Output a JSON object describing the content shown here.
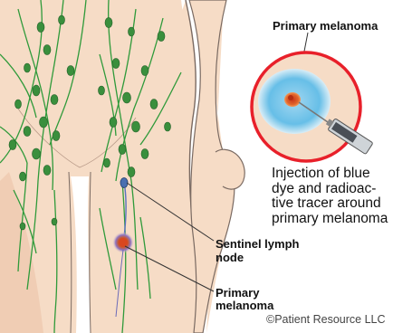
{
  "labels": {
    "inset_primary": "Primary melanoma",
    "injection_text": "Injection of blue dye and radioac-tive tracer around primary melanoma",
    "sentinel_node": "Sentinel lymph node",
    "leg_primary": "Primary melanoma",
    "copyright": "©Patient Resource LLC"
  },
  "colors": {
    "skin": "#f6dcc6",
    "skin_outline": "#7a6a62",
    "lymph_vessel": "#2f9a3a",
    "lymph_node": "#3a8f3d",
    "inset_ring": "#e8202a",
    "dye_blue": "#4bb3e8",
    "melanoma": "#d9471f",
    "leader_line": "#333333"
  }
}
